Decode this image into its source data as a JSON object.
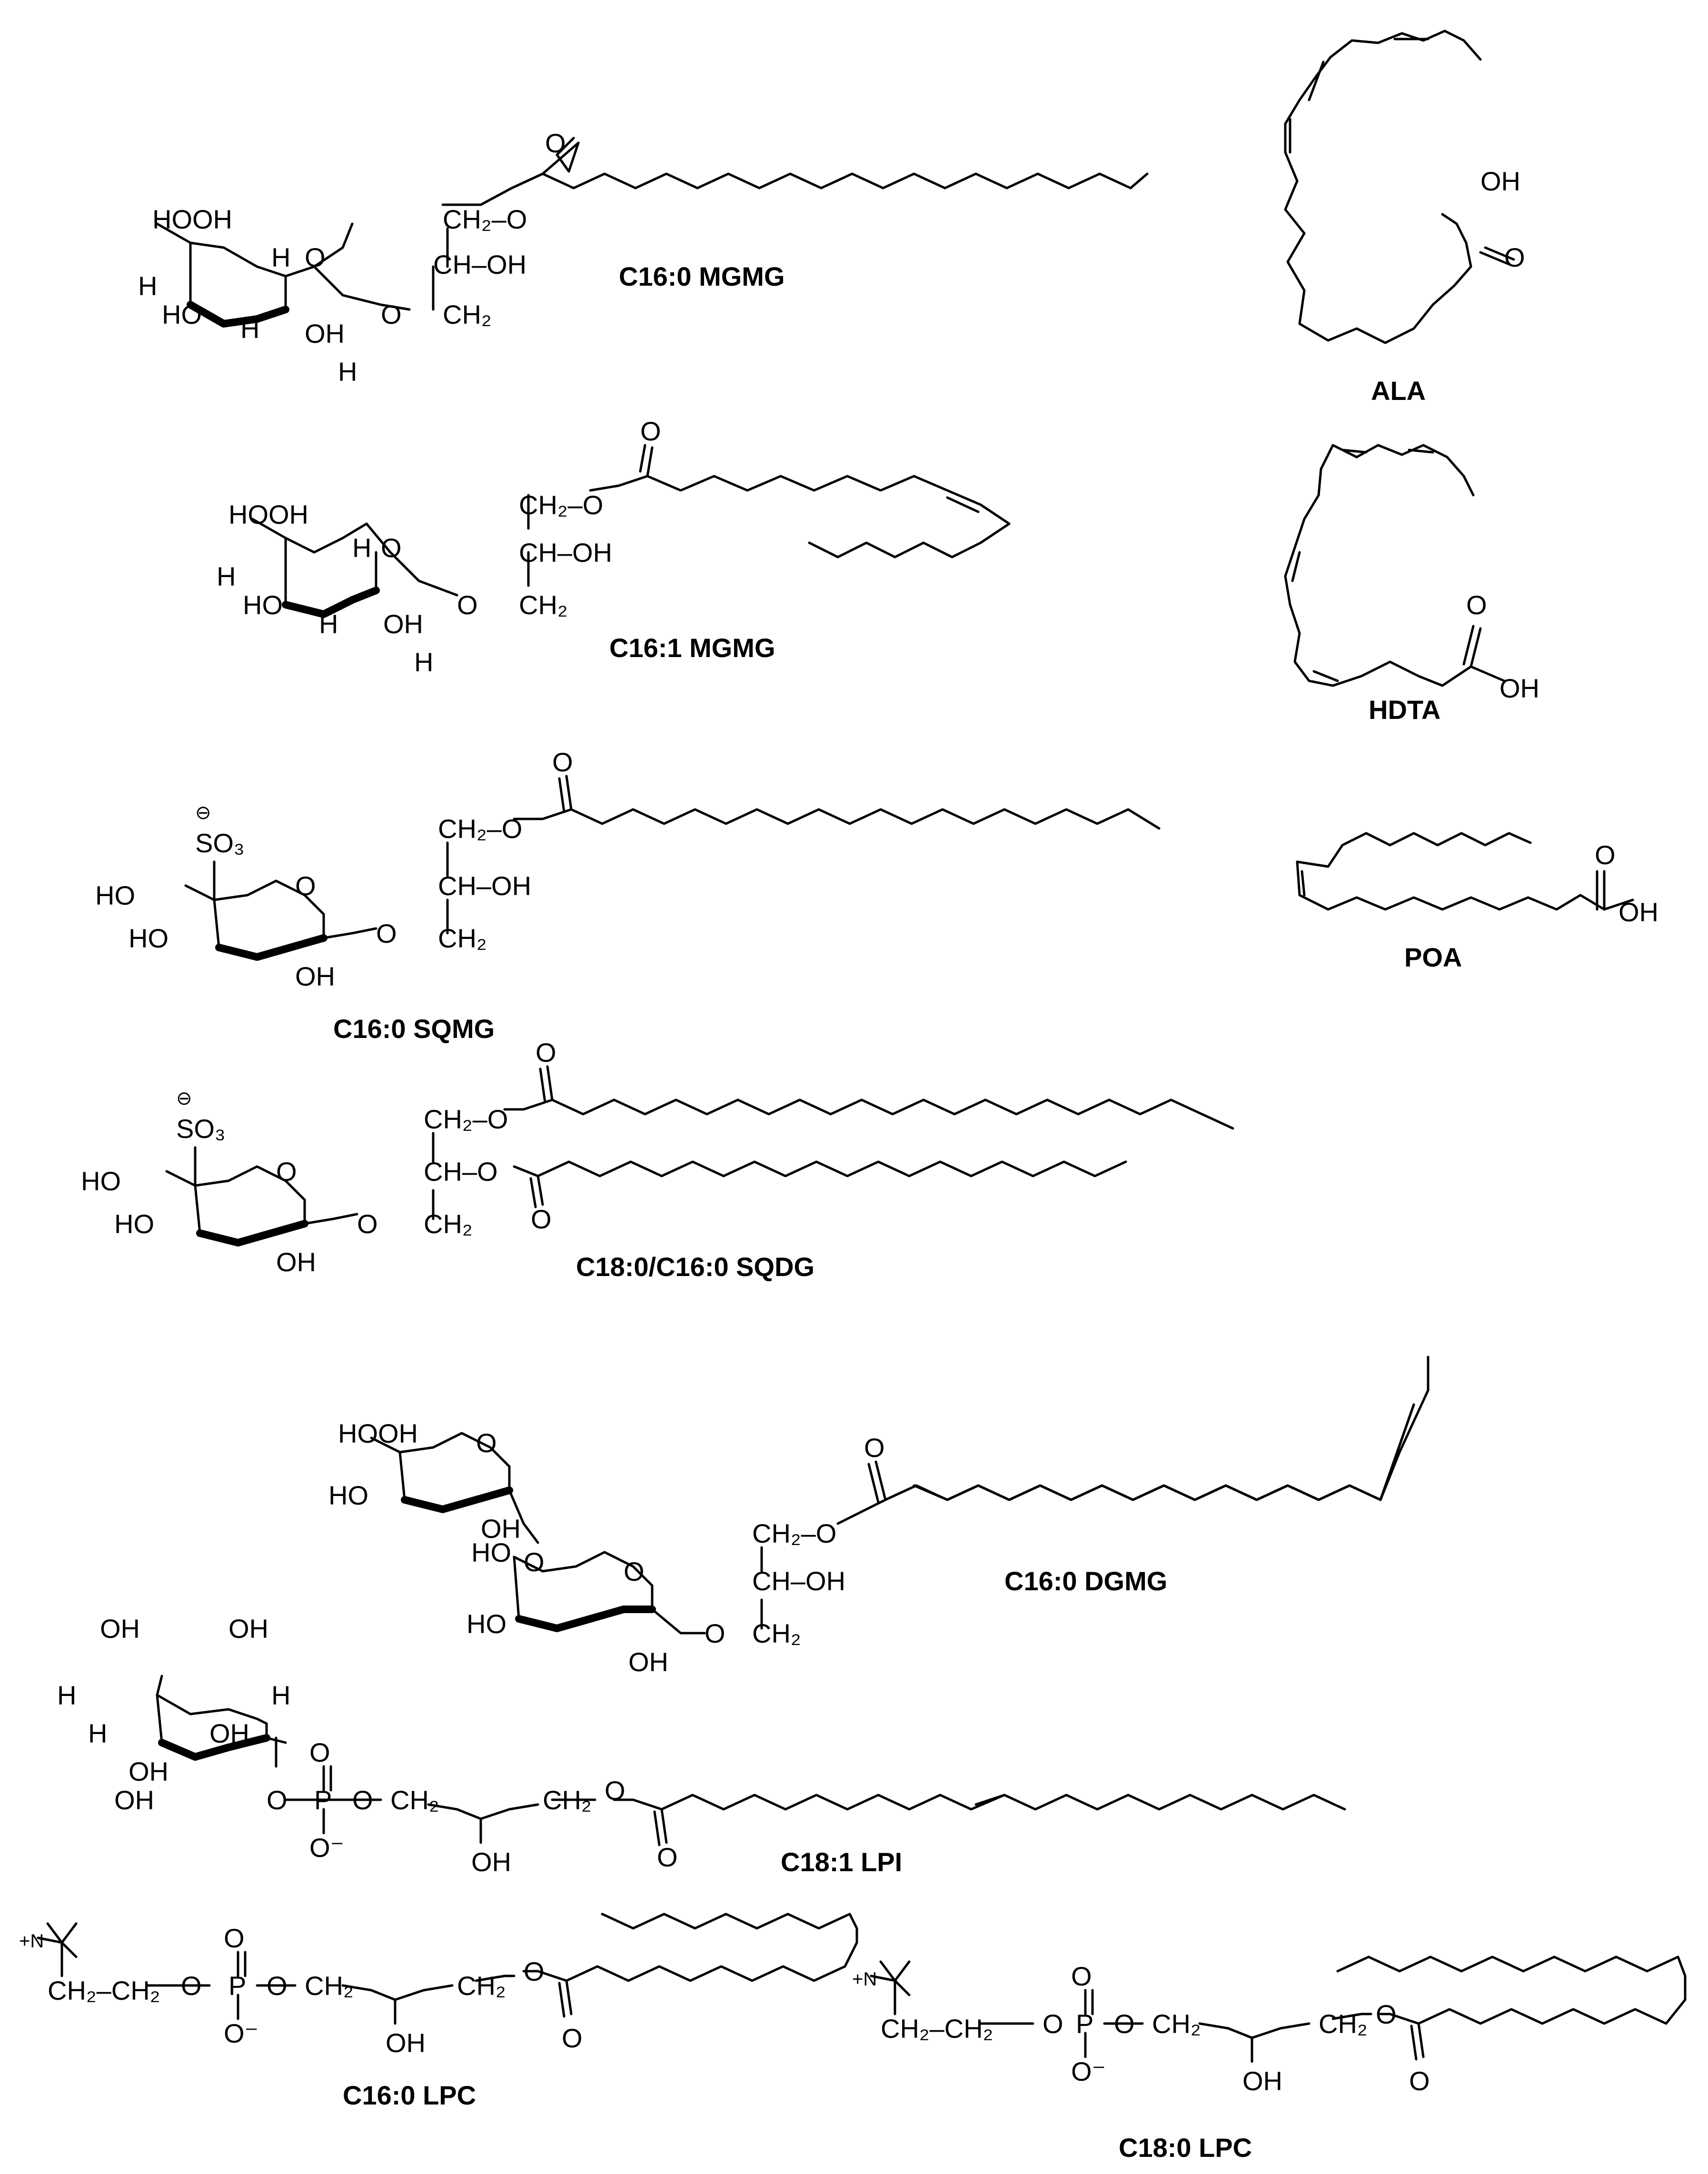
{
  "figure": {
    "compounds": [
      {
        "id": "mgmg160",
        "label": "C16:0 MGMG"
      },
      {
        "id": "ala",
        "label": "ALA"
      },
      {
        "id": "mgmg161",
        "label": "C16:1 MGMG"
      },
      {
        "id": "hdta",
        "label": "HDTA"
      },
      {
        "id": "sqmg160",
        "label": "C16:0 SQMG"
      },
      {
        "id": "poa",
        "label": "POA"
      },
      {
        "id": "sqdg",
        "label": "C18:0/C16:0 SQDG"
      },
      {
        "id": "dgmg160",
        "label": "C16:0 DGMG"
      },
      {
        "id": "lpi181",
        "label": "C18:1 LPI"
      },
      {
        "id": "lpc160",
        "label": "C16:0 LPC"
      },
      {
        "id": "lpc180",
        "label": "C18:0 LPC"
      }
    ],
    "atoms": {
      "HOOH": "HOOH",
      "HO": "HO",
      "OH": "OH",
      "H": "H",
      "O": "O",
      "CH2": "CH₂",
      "CH2O": "CH₂–O",
      "CHOH": "CH–OH",
      "CHO": "CH–O",
      "SO3": "SO₃",
      "minus_circle": "⊖",
      "P": "P",
      "O_minus": "O⁻",
      "N_plus": "+N",
      "CH2CH2": "CH₂–CH₂"
    }
  }
}
